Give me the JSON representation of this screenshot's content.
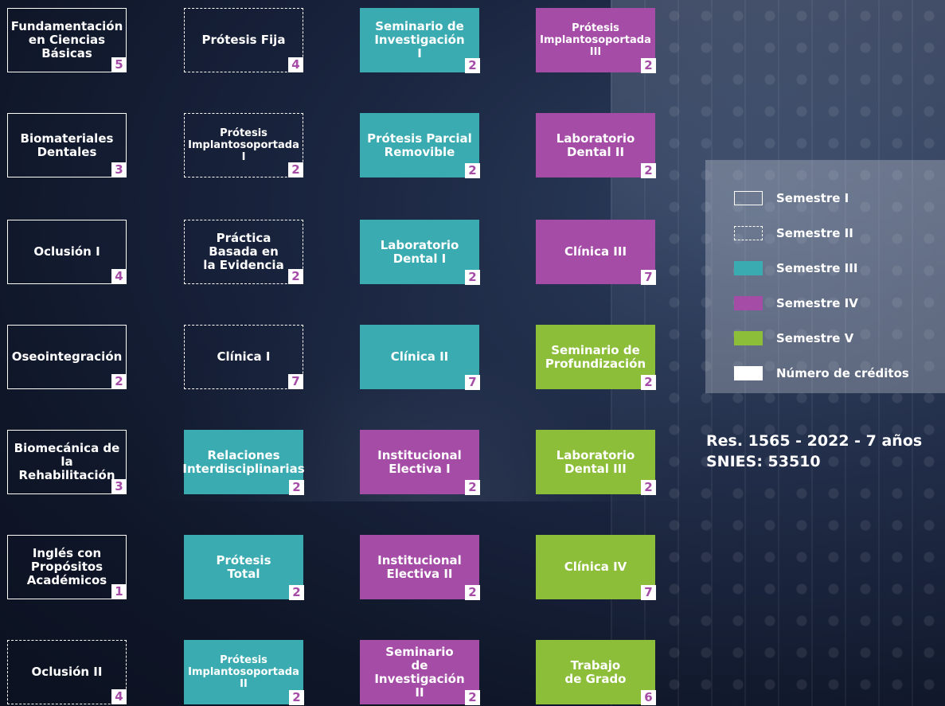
{
  "columns": [
    [
      {
        "label": "Fundamentación\nen Ciencias\nBásicas",
        "credits": "5",
        "sem": "s1"
      },
      {
        "label": "Biomateriales\nDentales",
        "credits": "3",
        "sem": "s1"
      },
      {
        "label": "Oclusión I",
        "credits": "4",
        "sem": "s1"
      },
      {
        "label": "Oseointegración",
        "credits": "2",
        "sem": "s1"
      },
      {
        "label": "Biomecánica de\nla Rehabilitación",
        "credits": "3",
        "sem": "s1"
      },
      {
        "label": "Inglés con\nPropósitos\nAcadémicos",
        "credits": "1",
        "sem": "s1"
      },
      {
        "label": "Oclusión II",
        "credits": "4",
        "sem": "s2"
      }
    ],
    [
      {
        "label": "Prótesis Fija",
        "credits": "4",
        "sem": "s2"
      },
      {
        "label": "Prótesis\nImplantosoportada\nI",
        "credits": "2",
        "sem": "s2",
        "small": true
      },
      {
        "label": "Práctica\nBasada en\nla Evidencia",
        "credits": "2",
        "sem": "s2"
      },
      {
        "label": "Clínica I",
        "credits": "7",
        "sem": "s2"
      },
      {
        "label": "Relaciones\nInterdisciplinarias",
        "credits": "2",
        "sem": "s3"
      },
      {
        "label": "Prótesis\nTotal",
        "credits": "2",
        "sem": "s3"
      },
      {
        "label": "Prótesis\nImplantosoportada\nII",
        "credits": "2",
        "sem": "s3",
        "small": true
      }
    ],
    [
      {
        "label": "Seminario de\nInvestigación\nI",
        "credits": "2",
        "sem": "s3"
      },
      {
        "label": "Prótesis Parcial\nRemovible",
        "credits": "2",
        "sem": "s3"
      },
      {
        "label": "Laboratorio\nDental I",
        "credits": "2",
        "sem": "s3"
      },
      {
        "label": "Clínica II",
        "credits": "7",
        "sem": "s3"
      },
      {
        "label": "Institucional\nElectiva I",
        "credits": "2",
        "sem": "s4"
      },
      {
        "label": "Institucional\nElectiva II",
        "credits": "2",
        "sem": "s4"
      },
      {
        "label": "Seminario\nde Investigación\nII",
        "credits": "2",
        "sem": "s4"
      }
    ],
    [
      {
        "label": "Prótesis\nImplantosoportada\nIII",
        "credits": "2",
        "sem": "s4",
        "small": true
      },
      {
        "label": "Laboratorio\nDental II",
        "credits": "2",
        "sem": "s4"
      },
      {
        "label": "Clínica III",
        "credits": "7",
        "sem": "s4"
      },
      {
        "label": "Seminario de\nProfundización",
        "credits": "2",
        "sem": "s5"
      },
      {
        "label": "Laboratorio\nDental III",
        "credits": "2",
        "sem": "s5"
      },
      {
        "label": "Clínica IV",
        "credits": "7",
        "sem": "s5"
      },
      {
        "label": "Trabajo\nde Grado",
        "credits": "6",
        "sem": "s5"
      }
    ]
  ],
  "legend": [
    {
      "label": "Semestre I",
      "swatch": "s1"
    },
    {
      "label": "Semestre II",
      "swatch": "s2"
    },
    {
      "label": "Semestre III",
      "swatch": "s3"
    },
    {
      "label": "Semestre IV",
      "swatch": "s4"
    },
    {
      "label": "Semestre V",
      "swatch": "s5"
    },
    {
      "label": "Número de créditos",
      "swatch": "cr"
    }
  ],
  "colors": {
    "semestre_III": "#3aabb0",
    "semestre_IV": "#a54ca7",
    "semestre_V": "#8cbe3a",
    "credits_text": "#a54ca7"
  },
  "resolution": {
    "line1": "Res. 1565 - 2022 - 7 años",
    "line2": "SNIES: 53510"
  }
}
